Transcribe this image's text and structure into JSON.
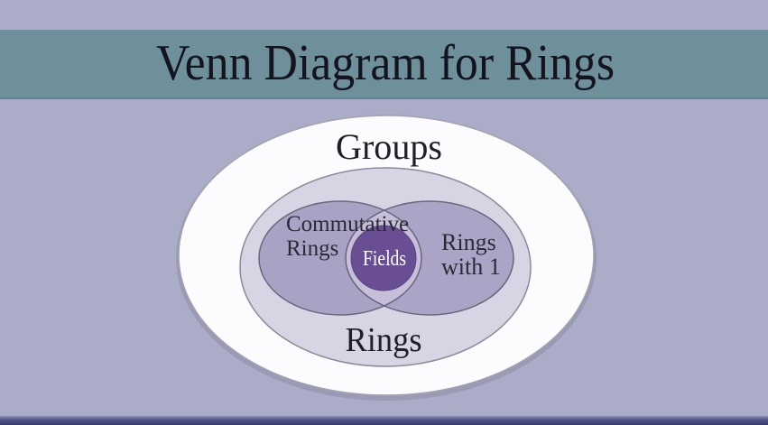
{
  "slide": {
    "title": "Venn Diagram for Rings"
  },
  "venn": {
    "groups_label": "Groups",
    "rings_label": "Rings",
    "commutative_rings_label": [
      "Commutative",
      "Rings"
    ],
    "rings_with_one_label": [
      "Rings",
      "with 1"
    ],
    "fields_label": "Fields"
  },
  "colors": {
    "background": "#abacc7",
    "banner": "#6e909b",
    "banner_edge": "#5f808b",
    "title_text": "#14141e",
    "groups_ellipse_fill": "#fcfcfe",
    "rings_ellipse_fill": "#d8d4e4",
    "commutative_ellipse_fill": "#a9a2c5",
    "rings_with_one_ellipse_fill": "#aba4c7",
    "overlap_fill": "#c6bfd9",
    "fields_circle_fill": "#6a4e94",
    "ellipse_outline": "#6b667c",
    "bottom_bar_dark": "#383c6c"
  }
}
